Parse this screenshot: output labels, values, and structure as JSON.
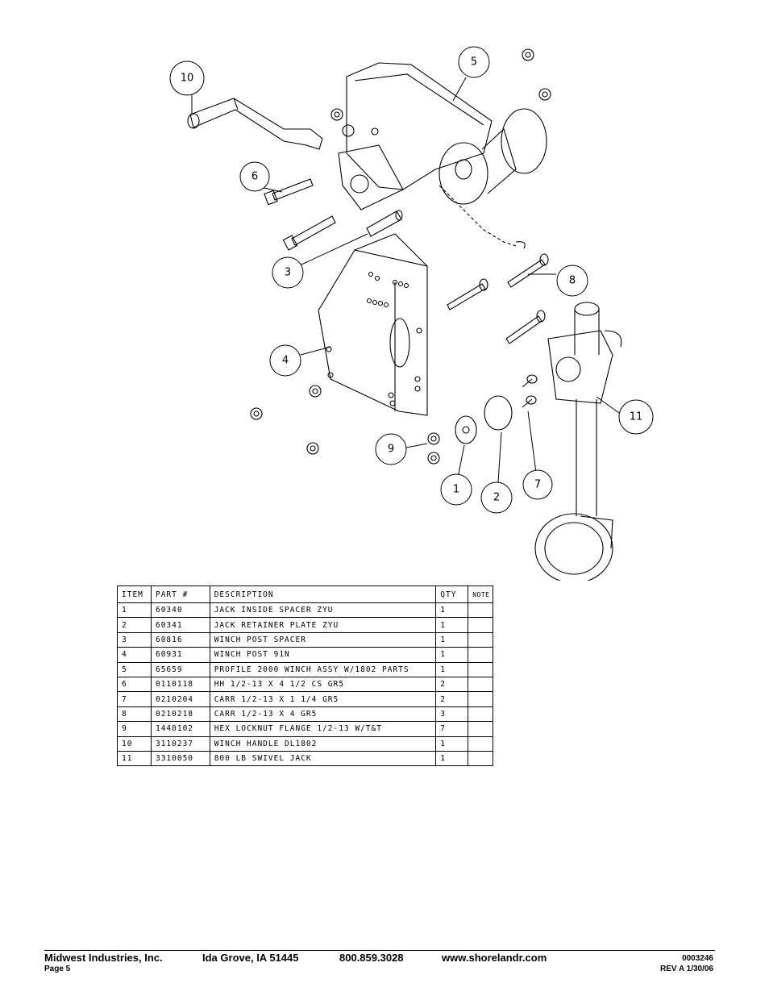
{
  "drawing": {
    "callouts": [
      "10",
      "5",
      "6",
      "3",
      "8",
      "4",
      "11",
      "9",
      "1",
      "2",
      "7"
    ]
  },
  "table": {
    "headers": {
      "item": "ITEM",
      "part": "PART #",
      "desc": "DESCRIPTION",
      "qty": "QTY",
      "note": "NOTE"
    },
    "rows": [
      {
        "item": "1",
        "part": "60340",
        "desc": "JACK INSIDE SPACER ZYU",
        "qty": "1",
        "note": ""
      },
      {
        "item": "2",
        "part": "60341",
        "desc": "JACK RETAINER PLATE ZYU",
        "qty": "1",
        "note": ""
      },
      {
        "item": "3",
        "part": "60816",
        "desc": "WINCH POST SPACER",
        "qty": "1",
        "note": ""
      },
      {
        "item": "4",
        "part": "60931",
        "desc": "WINCH POST 91N",
        "qty": "1",
        "note": ""
      },
      {
        "item": "5",
        "part": "65659",
        "desc": "PROFILE 2000 WINCH ASSY W/1802 PARTS",
        "qty": "1",
        "note": ""
      },
      {
        "item": "6",
        "part": "0110118",
        "desc": "HH 1/2-13 X 4 1/2 CS GR5",
        "qty": "2",
        "note": ""
      },
      {
        "item": "7",
        "part": "0210204",
        "desc": "CARR 1/2-13 X 1 1/4 GR5",
        "qty": "2",
        "note": ""
      },
      {
        "item": "8",
        "part": "0210218",
        "desc": "CARR 1/2-13 X 4 GR5",
        "qty": "3",
        "note": ""
      },
      {
        "item": "9",
        "part": "1440102",
        "desc": "HEX LOCKNUT FLANGE 1/2-13 W/T&T",
        "qty": "7",
        "note": ""
      },
      {
        "item": "10",
        "part": "3110237",
        "desc": "WINCH HANDLE  DL1802",
        "qty": "1",
        "note": ""
      },
      {
        "item": "11",
        "part": "3310050",
        "desc": "800 LB SWIVEL JACK",
        "qty": "1",
        "note": ""
      }
    ]
  },
  "footer": {
    "company": "Midwest Industries, Inc.",
    "location": "Ida Grove, IA  51445",
    "phone": "800.859.3028",
    "website": "www.shorelandr.com",
    "page": "Page 5",
    "doc_number": "0003246",
    "revision": "REV A  1/30/06"
  }
}
